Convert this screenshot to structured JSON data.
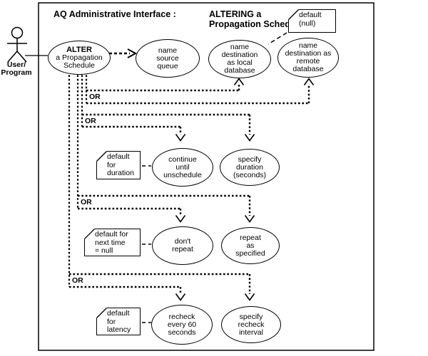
{
  "title": {
    "left": "AQ Administrative Interface :",
    "right": "ALTERING a\nPropagation Schedule"
  },
  "actor": {
    "label": "User/\nProgram"
  },
  "or_label": "OR",
  "usecases": {
    "alter": {
      "heading": "ALTER",
      "text": "a Propagation\nSchedule"
    },
    "source_queue": {
      "text": "name\nsource\nqueue"
    },
    "dest_local": {
      "text": "name\ndestination\nas local\ndatabase"
    },
    "dest_remote": {
      "text": "name\ndestination as\nremote\ndatabase"
    },
    "continue_until": {
      "text": "continue\nuntil\nunschedule"
    },
    "specify_duration": {
      "text": "specify\nduration\n(seconds)"
    },
    "dont_repeat": {
      "text": "don't\nrepeat"
    },
    "repeat_specified": {
      "text": "repeat\nas\nspecified"
    },
    "recheck_60": {
      "text": "recheck\nevery 60\nseconds"
    },
    "specify_recheck": {
      "text": "specify\nrecheck\ninterval"
    }
  },
  "notes": {
    "default_null": {
      "text": "default\n(null)"
    },
    "default_duration": {
      "text": "default\nfor\nduration"
    },
    "default_next_time": {
      "text": "default for\nnext time\n= null"
    },
    "default_latency": {
      "text": "default\nfor\nlatency"
    }
  },
  "colors": {
    "ink": "#000000",
    "background": "#ffffff"
  }
}
